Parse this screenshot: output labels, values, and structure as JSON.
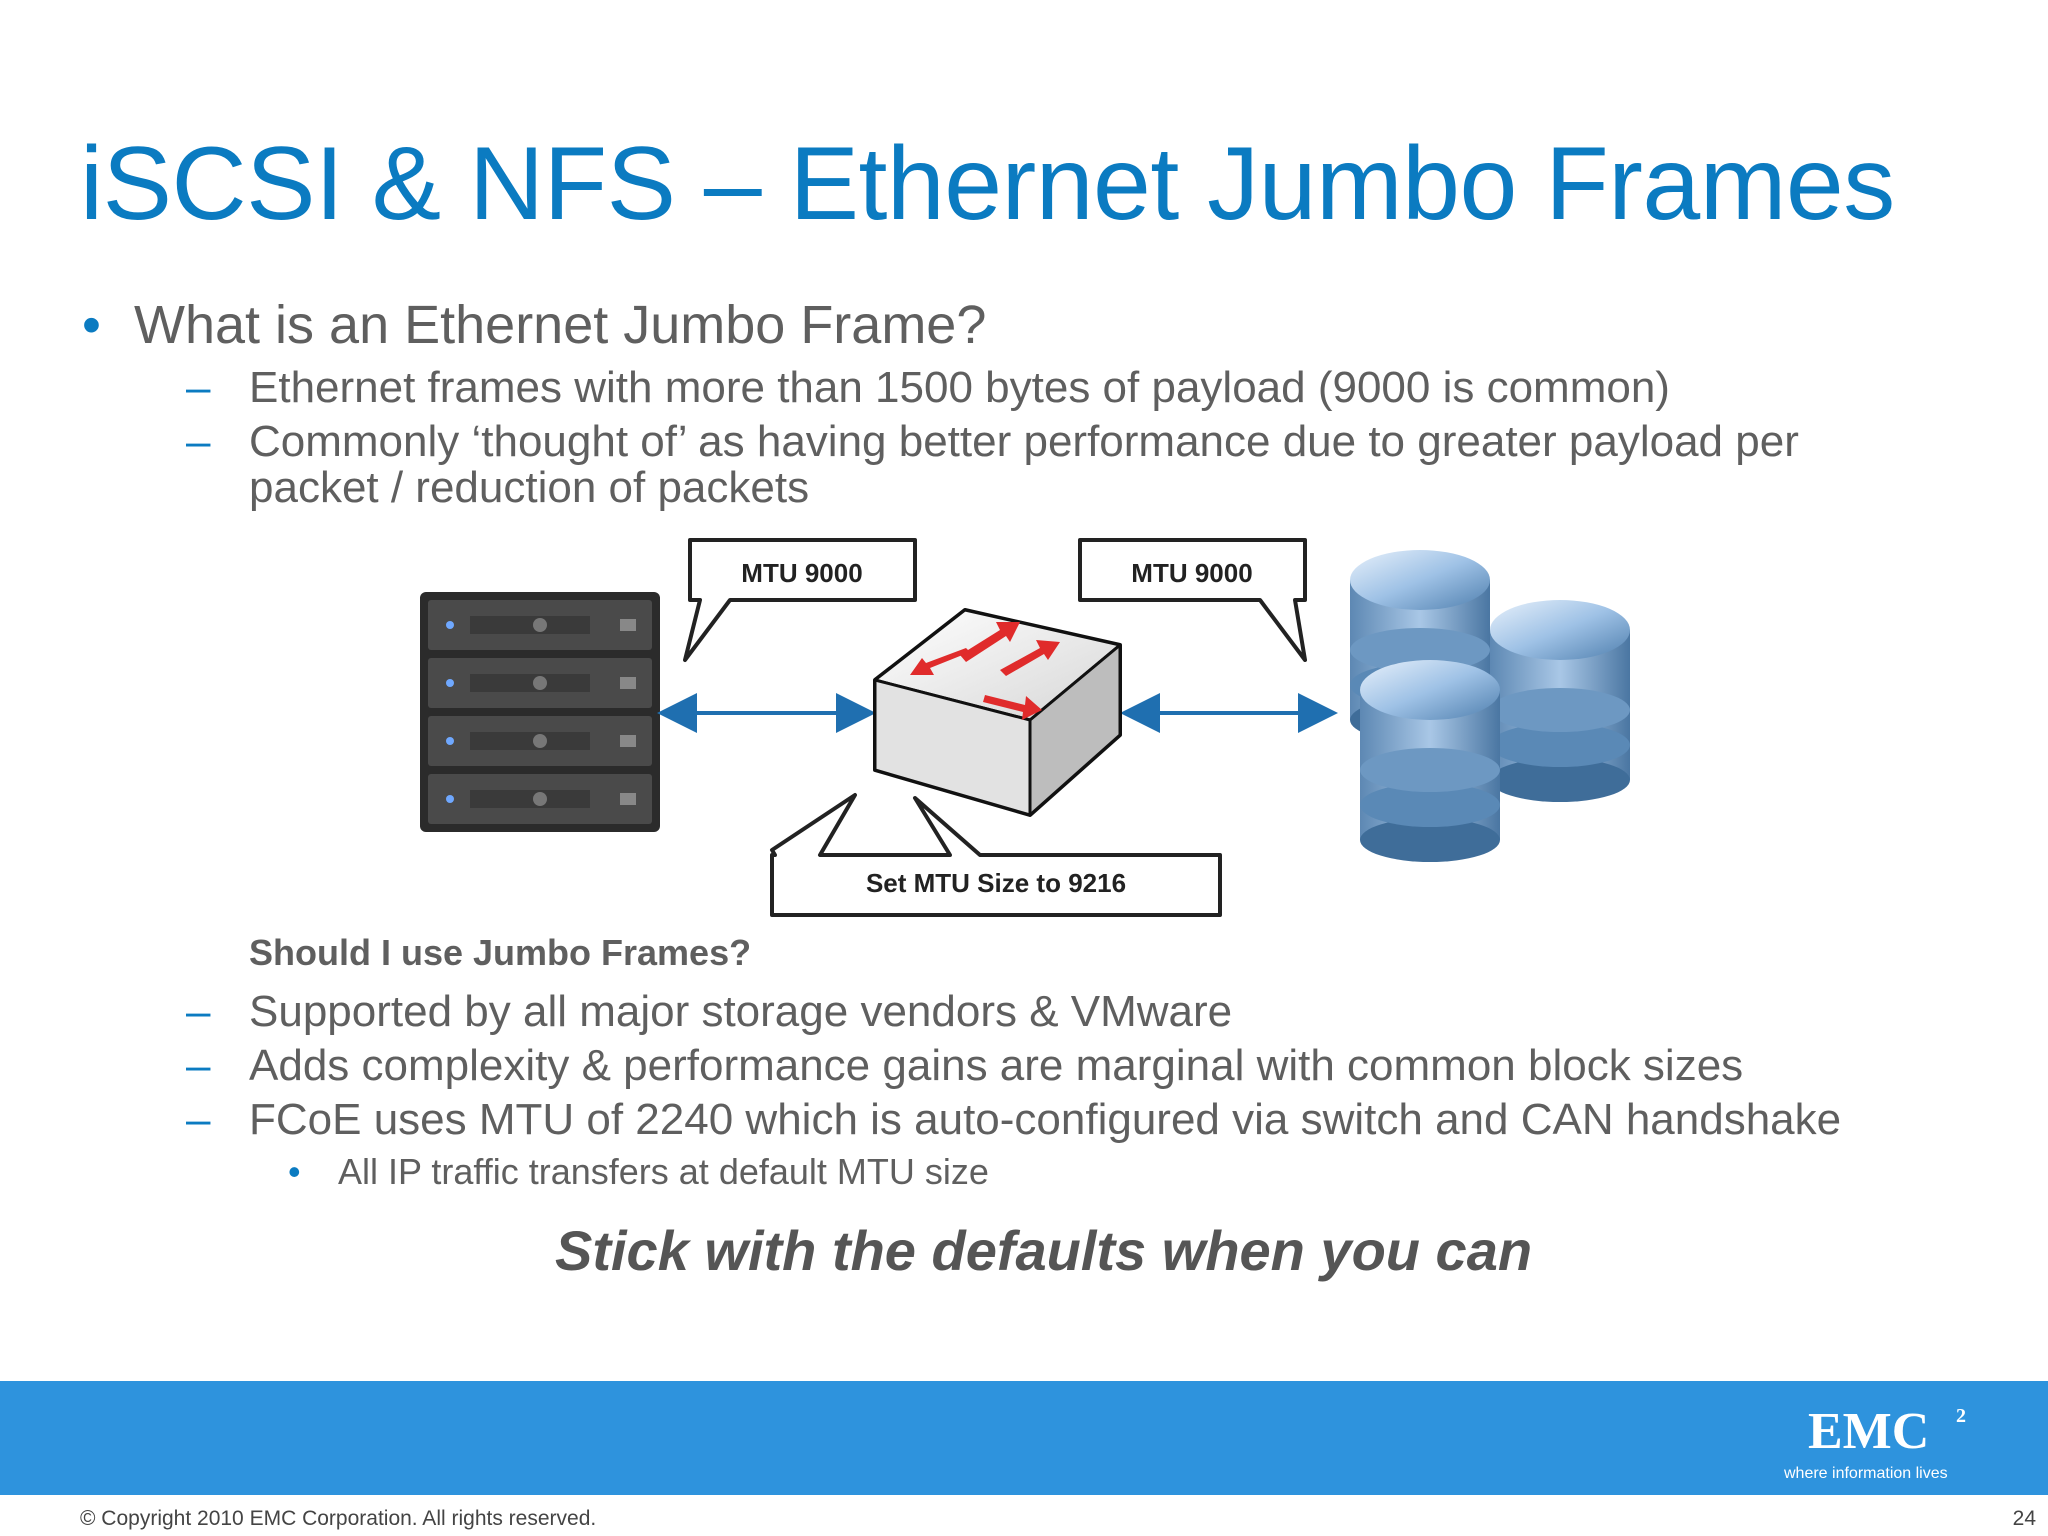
{
  "slide": {
    "title": "iSCSI & NFS – Ethernet Jumbo Frames",
    "bullet1": "What is an Ethernet Jumbo Frame?",
    "sub1": "Ethernet frames with more than 1500 bytes of payload (9000 is common)",
    "sub2_line1": "Commonly ‘thought of’ as having better performance due to greater payload per",
    "sub2_line2": "packet / reduction of packets",
    "question": "Should I use Jumbo Frames?",
    "sub3": "Supported by all major storage vendors & VMware",
    "sub4": "Adds complexity & performance gains are marginal with common block sizes",
    "sub5": "FCoE uses MTU of 2240 which is auto-configured via switch and CAN handshake",
    "sub5_child": "All IP traffic transfers at default MTU size",
    "conclusion": "Stick with the defaults when you can",
    "bullet_glyph": "•",
    "dash_glyph": "–"
  },
  "diagram": {
    "callout_left": "MTU 9000",
    "callout_right": "MTU 9000",
    "callout_bottom": "Set MTU Size to 9216",
    "icons": [
      "server-rack-icon",
      "network-switch-icon",
      "database-storage-icon"
    ]
  },
  "footer": {
    "copyright": "© Copyright 2010 EMC Corporation. All rights reserved.",
    "page_number": "24",
    "logo_text": "EMC",
    "logo_superscript": "2",
    "tagline": "where information lives"
  },
  "colors": {
    "title": "#0b7bc1",
    "body_text": "#5f5f5f",
    "footer_band": "#2e93dd",
    "arrow_red": "#e02b2b",
    "link_arrow": "#1f6fb0"
  }
}
